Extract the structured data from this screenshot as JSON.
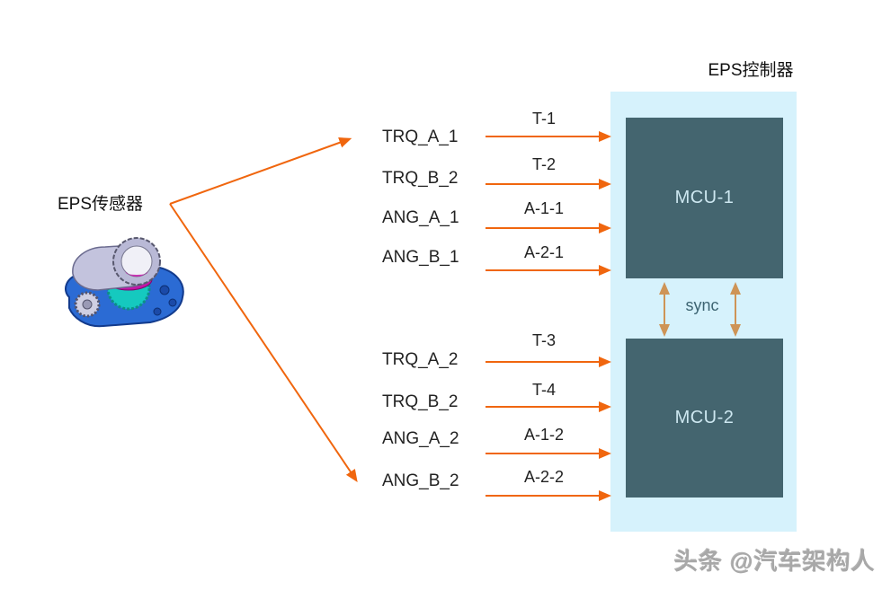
{
  "controller": {
    "title": "EPS控制器",
    "mcu1_label": "MCU-1",
    "mcu2_label": "MCU-2",
    "sync_label": "sync"
  },
  "sensor": {
    "label": "EPS传感器",
    "image_name": "eps-sensor-3d-model"
  },
  "signals_top": [
    {
      "name": "TRQ_A_1",
      "wire": "T-1"
    },
    {
      "name": "TRQ_B_2",
      "wire": "T-2"
    },
    {
      "name": "ANG_A_1",
      "wire": "A-1-1"
    },
    {
      "name": "ANG_B_1",
      "wire": "A-2-1"
    }
  ],
  "signals_bottom": [
    {
      "name": "TRQ_A_2",
      "wire": "T-3"
    },
    {
      "name": "TRQ_B_2",
      "wire": "T-4"
    },
    {
      "name": "ANG_A_2",
      "wire": "A-1-2"
    },
    {
      "name": "ANG_B_2",
      "wire": "A-2-2"
    }
  ],
  "watermark": "头条 @汽车架构人",
  "colors": {
    "arrow_orange": "#F0660E",
    "sync_tan": "#CE9456",
    "mcu_fill": "#44656F",
    "mcu_text": "#CDE7F0",
    "controller_fill": "#D6F2FC",
    "sync_text": "#3D6472"
  }
}
